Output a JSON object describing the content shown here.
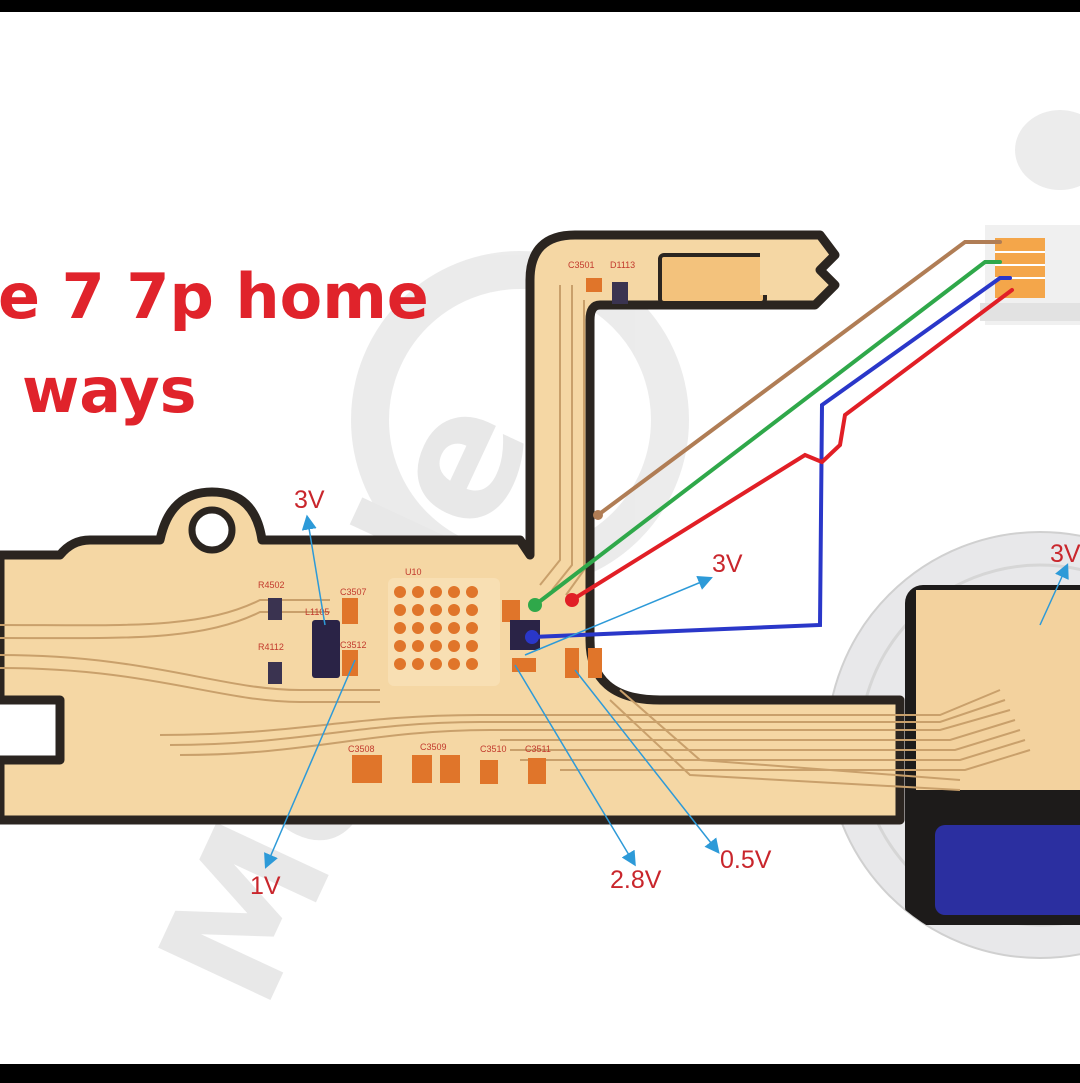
{
  "title": {
    "line1": "e 7 7p home",
    "line2": "ways"
  },
  "voltages": {
    "v3_top": "3V",
    "v3_mid": "3V",
    "v3_right": "3V",
    "v1": "1V",
    "v2_8": "2.8V",
    "v0_5": "0.5V"
  },
  "components": {
    "chip": "U10",
    "c_top": "C3501",
    "d_top": "D1113",
    "r1": "R4502",
    "r2": "R4112",
    "l1": "L1105",
    "c1": "C3507",
    "c2": "C3508",
    "c3": "C3509",
    "c4": "C3510",
    "c5": "C3511",
    "c6": "C3512"
  },
  "colors": {
    "wire_brown": "#b07d55",
    "wire_green": "#2fa84a",
    "wire_blue": "#2a37c9",
    "wire_red": "#e11f26",
    "board": "#f5d7a4",
    "trace": "#e8c28c",
    "arrow": "#2d9ad8"
  },
  "icons": {
    "watermark": "mobilegsm-watermark"
  }
}
